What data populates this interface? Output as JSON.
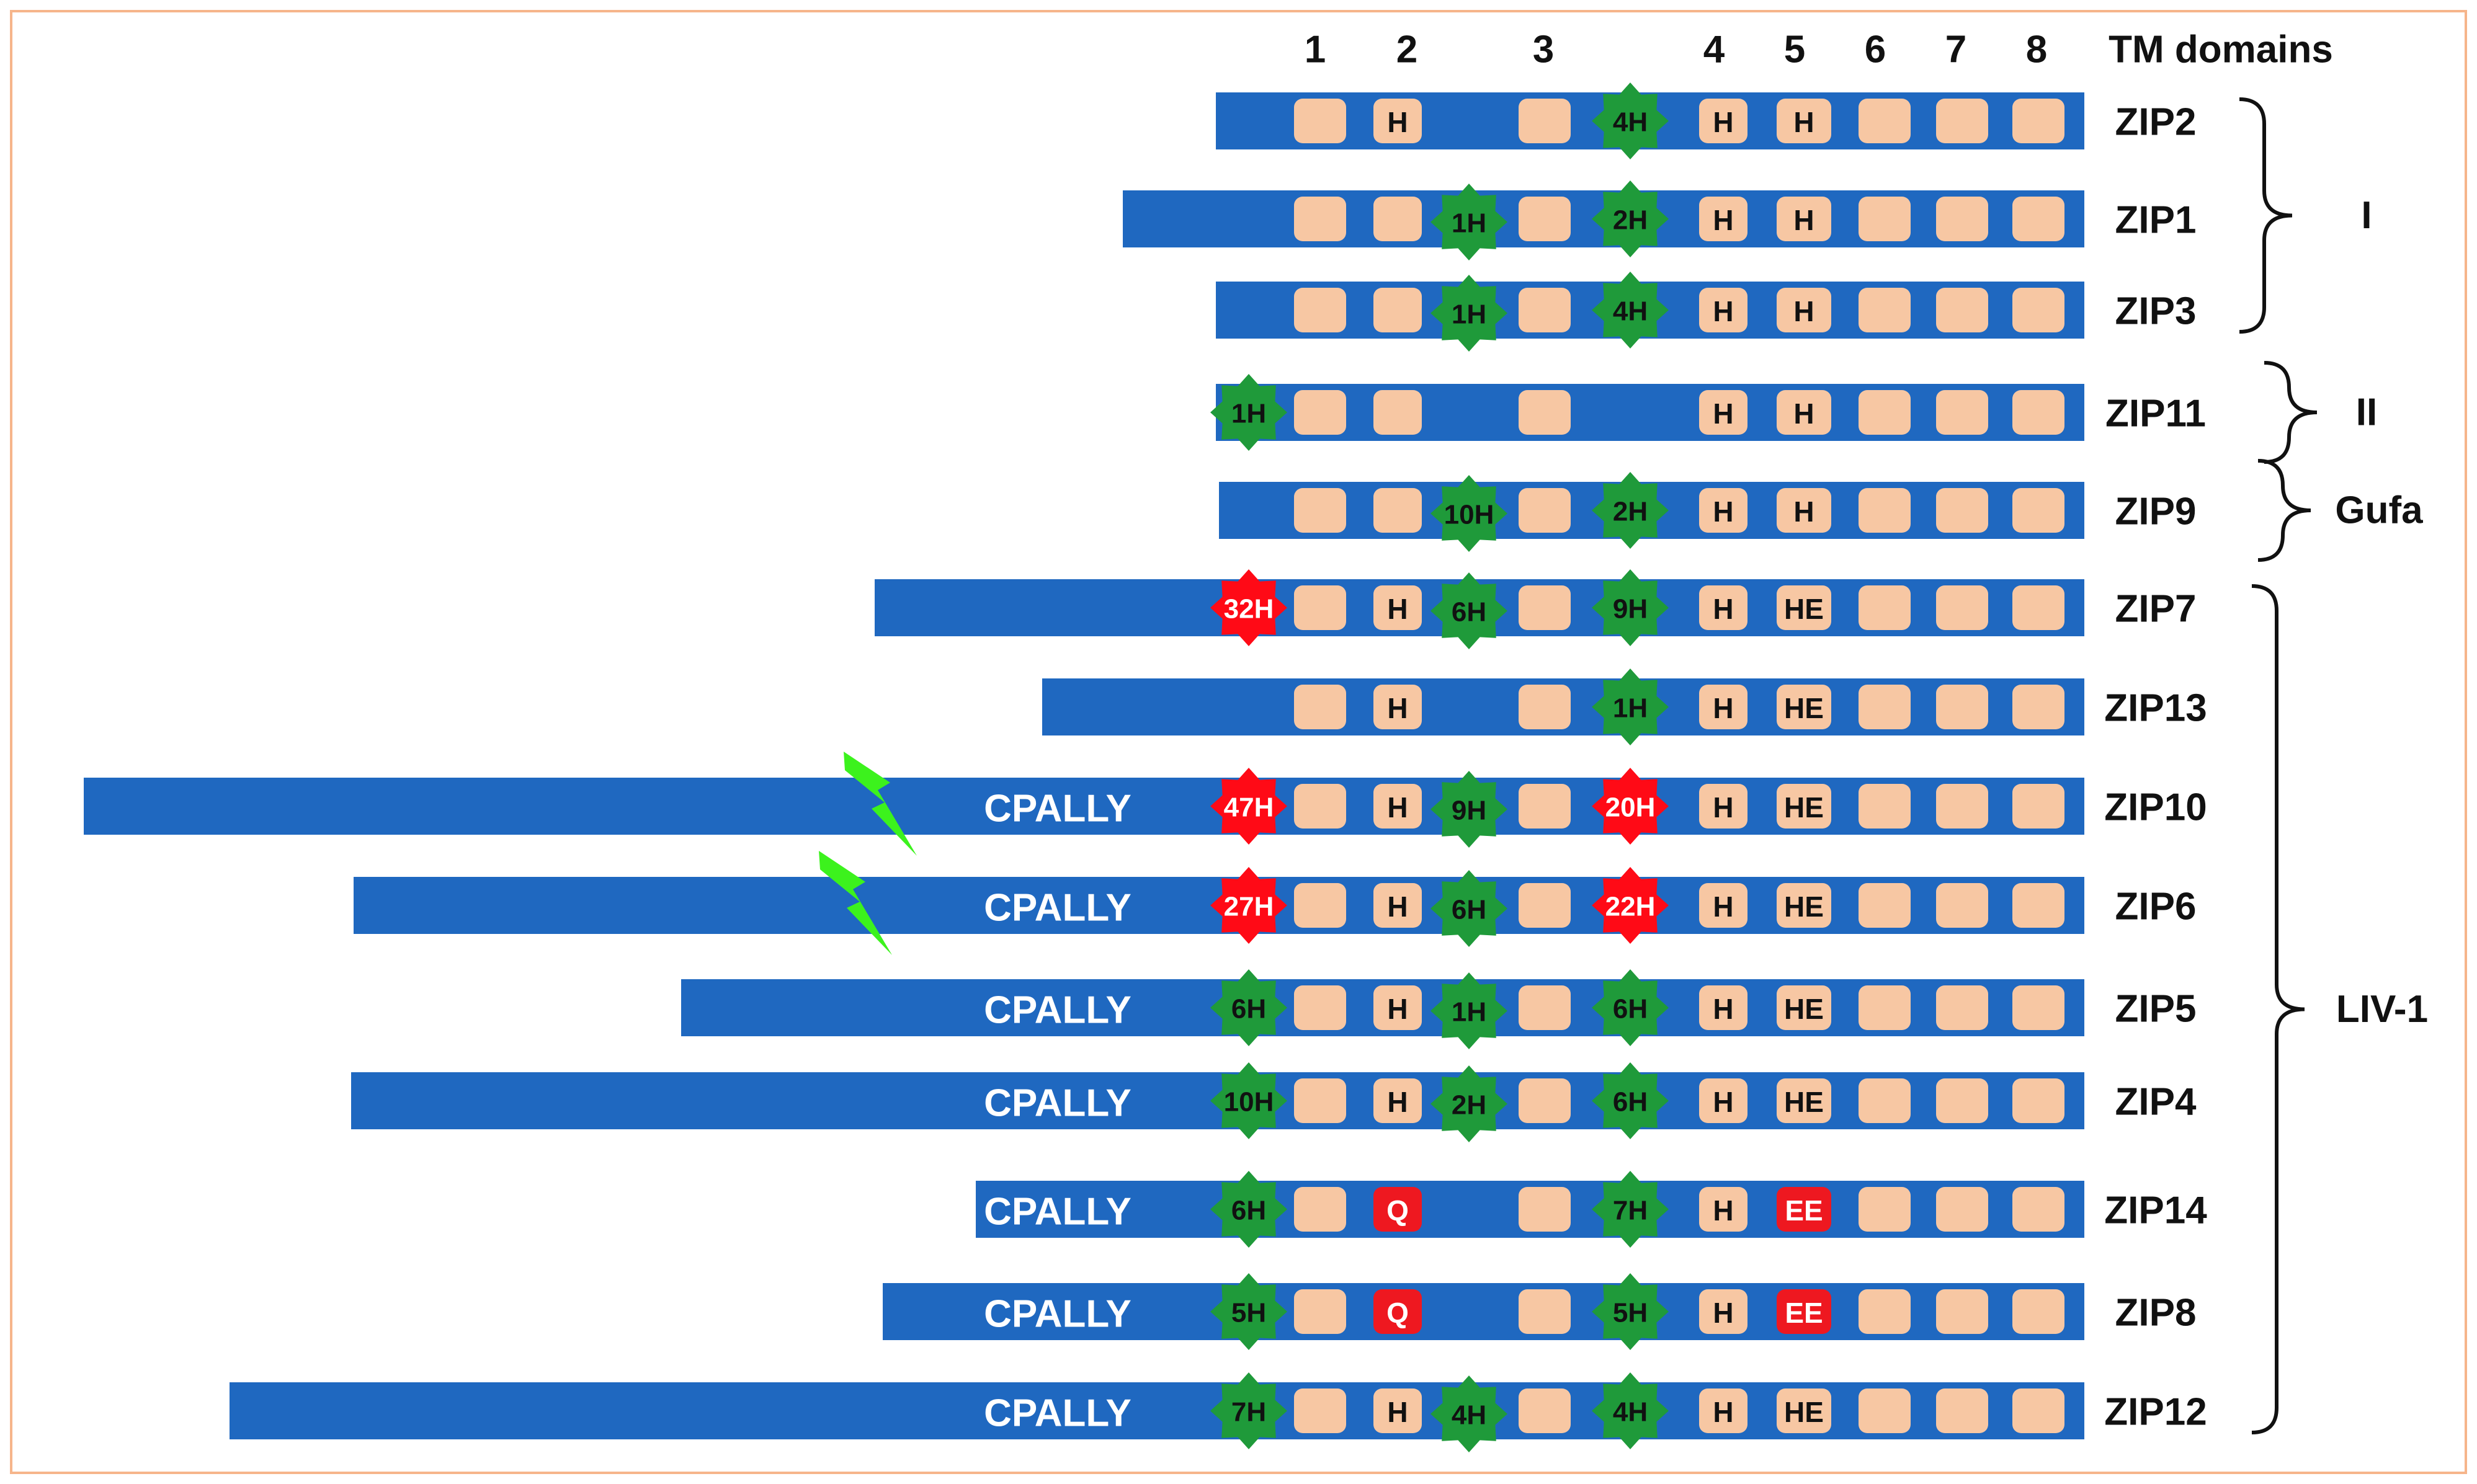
{
  "header": {
    "tm_numbers": [
      "1",
      "2",
      "3",
      "4",
      "5",
      "6",
      "7",
      "8"
    ],
    "tm_title": "TM domains"
  },
  "colors": {
    "bar": "#1f68c0",
    "tm_box": "#f7c7a3",
    "star_green": "#1f9a3a",
    "star_red": "#ff0a16",
    "red_box": "#ee1820",
    "cpally_text": "#ffffff",
    "bolt": "#3cf21d",
    "frame": "#f6b58b"
  },
  "rows": [
    {
      "name": "ZIP2",
      "bar_start": "tm",
      "tm2": "H",
      "green_12": "",
      "green_3": "4H",
      "tm4": "H",
      "tm5": "H"
    },
    {
      "name": "ZIP1",
      "bar_start": "long",
      "green_12": "1H",
      "green_3": "2H",
      "tm4": "H",
      "tm5": "H"
    },
    {
      "name": "ZIP3",
      "bar_start": "tm",
      "green_12": "1H",
      "green_3": "4H",
      "tm4": "H",
      "tm5": "H"
    },
    {
      "name": "ZIP11",
      "bar_start": "tm",
      "star_n": "1H",
      "star_n_color": "green",
      "tm4": "H",
      "tm5": "H",
      "no_tm4_loop": true
    },
    {
      "name": "ZIP9",
      "bar_start": "tm",
      "green_12": "10H",
      "green_3": "2H",
      "tm4": "H",
      "tm5": "H"
    },
    {
      "name": "ZIP7",
      "star_n": "32H",
      "star_n_color": "red",
      "tm2": "H",
      "green_12": "6H",
      "green_3": "9H",
      "tm4": "H",
      "tm5": "HE"
    },
    {
      "name": "ZIP13",
      "tm2": "H",
      "green_3": "1H",
      "tm4": "H",
      "tm5": "HE"
    },
    {
      "name": "ZIP10",
      "cpally": "CPALLY",
      "bolt": true,
      "star_n": "47H",
      "star_n_color": "red",
      "tm2": "H",
      "green_12": "9H",
      "red_3": "20H",
      "tm4": "H",
      "tm5": "HE"
    },
    {
      "name": "ZIP6",
      "cpally": "CPALLY",
      "bolt": true,
      "star_n": "27H",
      "star_n_color": "red",
      "tm2": "H",
      "green_12": "6H",
      "red_3": "22H",
      "tm4": "H",
      "tm5": "HE"
    },
    {
      "name": "ZIP5",
      "cpally": "CPALLY",
      "star_n": "6H",
      "star_n_color": "green",
      "tm2": "H",
      "green_12": "1H",
      "green_3": "6H",
      "tm4": "H",
      "tm5": "HE"
    },
    {
      "name": "ZIP4",
      "cpally": "CPALLY",
      "star_n": "10H",
      "star_n_color": "green",
      "tm2": "H",
      "green_12": "2H",
      "green_3": "6H",
      "tm4": "H",
      "tm5": "HE"
    },
    {
      "name": "ZIP14",
      "cpally": "CPALLY",
      "star_n": "6H",
      "star_n_color": "green",
      "tm2_red": "Q",
      "green_3": "7H",
      "tm4": "H",
      "tm5_red": "EE"
    },
    {
      "name": "ZIP8",
      "cpally": "CPALLY",
      "star_n": "5H",
      "star_n_color": "green",
      "tm2_red": "Q",
      "green_3": "5H",
      "tm4": "H",
      "tm5_red": "EE"
    },
    {
      "name": "ZIP12",
      "cpally": "CPALLY",
      "star_n": "7H",
      "star_n_color": "green",
      "tm2": "H",
      "green_12": "4H",
      "green_3": "4H",
      "tm4": "H",
      "tm5": "HE"
    }
  ],
  "groups": [
    {
      "label": "I",
      "first_row": 0,
      "last_row": 2
    },
    {
      "label": "II",
      "first_row": 3,
      "last_row": 3
    },
    {
      "label": "Gufa",
      "first_row": 4,
      "last_row": 4
    },
    {
      "label": "LIV-1",
      "first_row": 5,
      "last_row": 13
    }
  ]
}
